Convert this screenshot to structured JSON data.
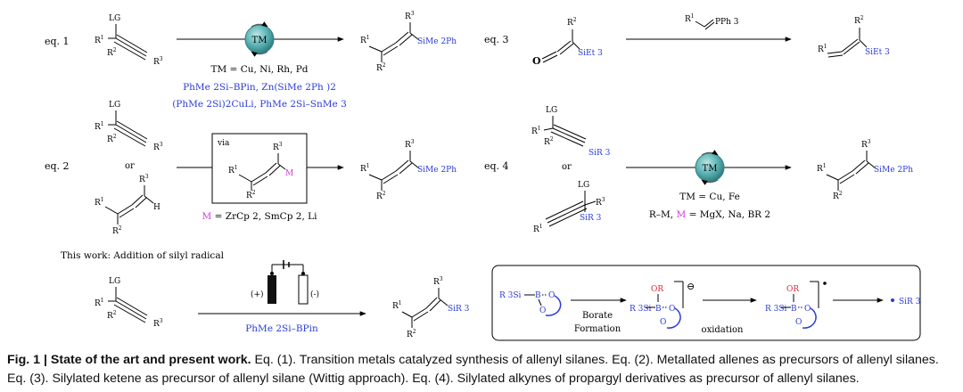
{
  "eq1": {
    "label": "eq. 1",
    "lg": "LG",
    "r1": "R",
    "r1_sup": "1",
    "r2": "R",
    "r2_sup": "2",
    "r3": "R",
    "r3_sup": "3",
    "catalyst": "TM",
    "tm_line": "TM = Cu,  Ni, Rh,  Pd",
    "reagent_line1": "PhMe 2Si–BPin,  Zn(SiMe 2Ph )2",
    "reagent_line2": "(PhMe 2Si)2CuLi,  PhMe 2Si–SnMe 3",
    "product_si": "SiMe 2Ph"
  },
  "eq2": {
    "label": "eq. 2",
    "or": "or",
    "via": "via",
    "h": "H",
    "m": "M",
    "m_line_m": "M",
    "m_line_rest": " = ZrCp 2,  SmCp 2,  Li",
    "product_si": "SiMe 2Ph"
  },
  "eq3": {
    "label": "eq. 3",
    "o": "O",
    "ketene_si": "SiEt 3",
    "ylide": "PPh 3",
    "product_si": "SiEt 3"
  },
  "eq4": {
    "label": "eq. 4",
    "or": "or",
    "sir3": "SiR 3",
    "catalyst": "TM",
    "tm_line": "TM = Cu,  Fe",
    "reagent_prefix": "R–M,  ",
    "reagent_m": "M",
    "reagent_rest": " = MgX,  Na,  BR 2",
    "product_si": "SiMe 2Ph"
  },
  "this_work": {
    "label": "This  work:  Addition  of  silyl radical",
    "anode": "(+)",
    "cathode": "(-)",
    "reagent": "PhMe 2Si–BPin",
    "product_si": "SiR 3"
  },
  "mechanism": {
    "r3si": "R 3Si",
    "b": "B",
    "o": "O",
    "or": "OR",
    "minus": "⊖",
    "step1_line1": "Borate",
    "step1_line2": "Formation",
    "step2": "oxidation",
    "radical": "SiR 3",
    "colors": {
      "blue": "#2a3bd6",
      "red": "#e0283c",
      "magenta": "#d23bd6",
      "ball": "#5fb6b7"
    }
  },
  "caption": {
    "fig": "Fig. 1",
    "title": "State of the art and present work.",
    "body": " Eq. (1). Transition metals catalyzed synthesis of allenyl silanes. Eq. (2). Metallated allenes as precursors of allenyl silanes. Eq. (3). Silylated ketene as precursor of allenyl silane (Wittig approach). Eq. (4). Silylated alkynes of propargyl derivatives as precursor of allenyl silanes."
  }
}
